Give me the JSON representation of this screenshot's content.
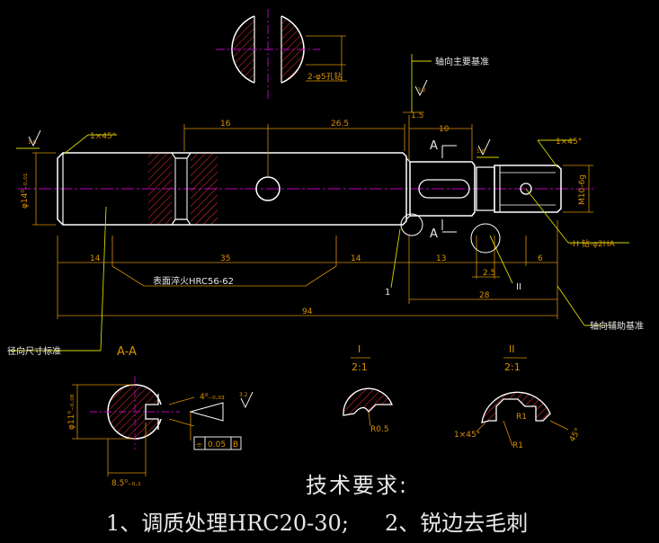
{
  "colors": {
    "background": "#000000",
    "outline": "#ffffff",
    "dimension": "#d99000",
    "centerline": "#c000c0",
    "hatch": "#ff3030",
    "leader": "#d4d400"
  },
  "labels": {
    "hole_note": "2-φ5孔钻",
    "axial_main": "轴向主要基准",
    "axial_aux": "轴向辅助基准",
    "radial": "径向尺寸标准",
    "surface_hardening": "表面淬火HRC56-62",
    "hole_dim": "-H 钻-φ2HA",
    "thread": "M10-6g",
    "diameter_left": "φ14⁰₋₀.₀₁",
    "chamfer_left": "1×45°",
    "chamfer_right": "1×45°",
    "section_mark_top": "A",
    "section_mark_bottom": "A",
    "callout_1": "1",
    "callout_2": "II",
    "roughness_left": "1.6",
    "roughness_mid": "1.6",
    "roughness_top": "3.2"
  },
  "dimensions": {
    "d16": "16",
    "d26_5": "26.5",
    "d1_5": "1.5",
    "d10": "10",
    "d14a": "14",
    "d35": "35",
    "d14b": "14",
    "d13": "13",
    "d2_5": "2.5",
    "d6": "6",
    "d28": "28",
    "d94": "94"
  },
  "section_aa": {
    "title": "A-A",
    "diameter": "φ11⁰₋₀.₀₈",
    "width": "8.5⁰₋₀.₁",
    "keyway": "4⁰₋₀.₀₃",
    "roughness": "3.2",
    "tolerance_symbol": "⌯",
    "tolerance_value": "0.05",
    "tolerance_datum": "B"
  },
  "detail_1": {
    "title": "I",
    "scale": "2:1",
    "radius": "R0.5"
  },
  "detail_2": {
    "title": "II",
    "scale": "2:1",
    "r1a": "R1",
    "r1b": "R1",
    "chamfer": "1×45°",
    "angle": "45°"
  },
  "requirements": {
    "title": "技术要求:",
    "item1": "1、调质处理HRC20-30;",
    "item2": "2、锐边去毛刺"
  }
}
